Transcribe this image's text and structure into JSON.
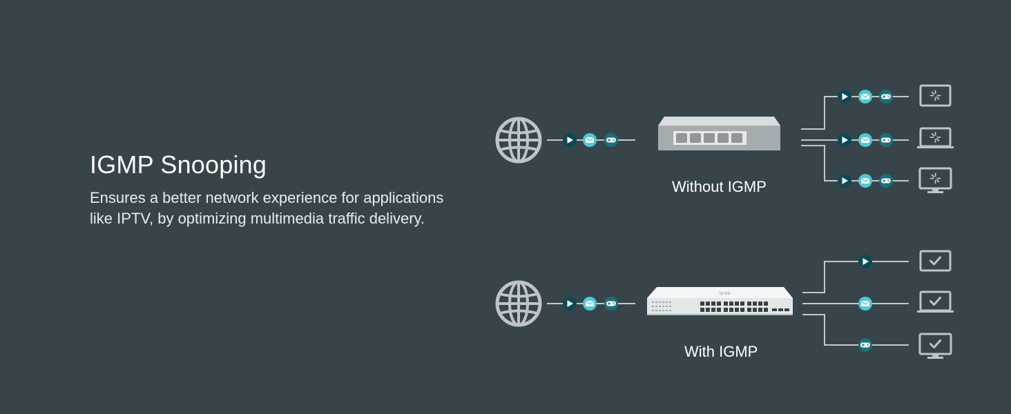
{
  "heading": {
    "title": "IGMP Snooping",
    "description": "Ensures a better network experience for applications like IPTV, by optimizing multimedia traffic delivery."
  },
  "diagrams": {
    "without": {
      "label": "Without IGMP"
    },
    "with": {
      "label": "With IGMP",
      "switch_logo": "tp-link"
    }
  },
  "colors": {
    "background": "#37454b",
    "line": "#c3c9cb",
    "device": "#bfc5c7",
    "play_bg": "#0c4a55",
    "mail_bg": "#4ec8d4",
    "game_bg": "#1b6f7a"
  }
}
